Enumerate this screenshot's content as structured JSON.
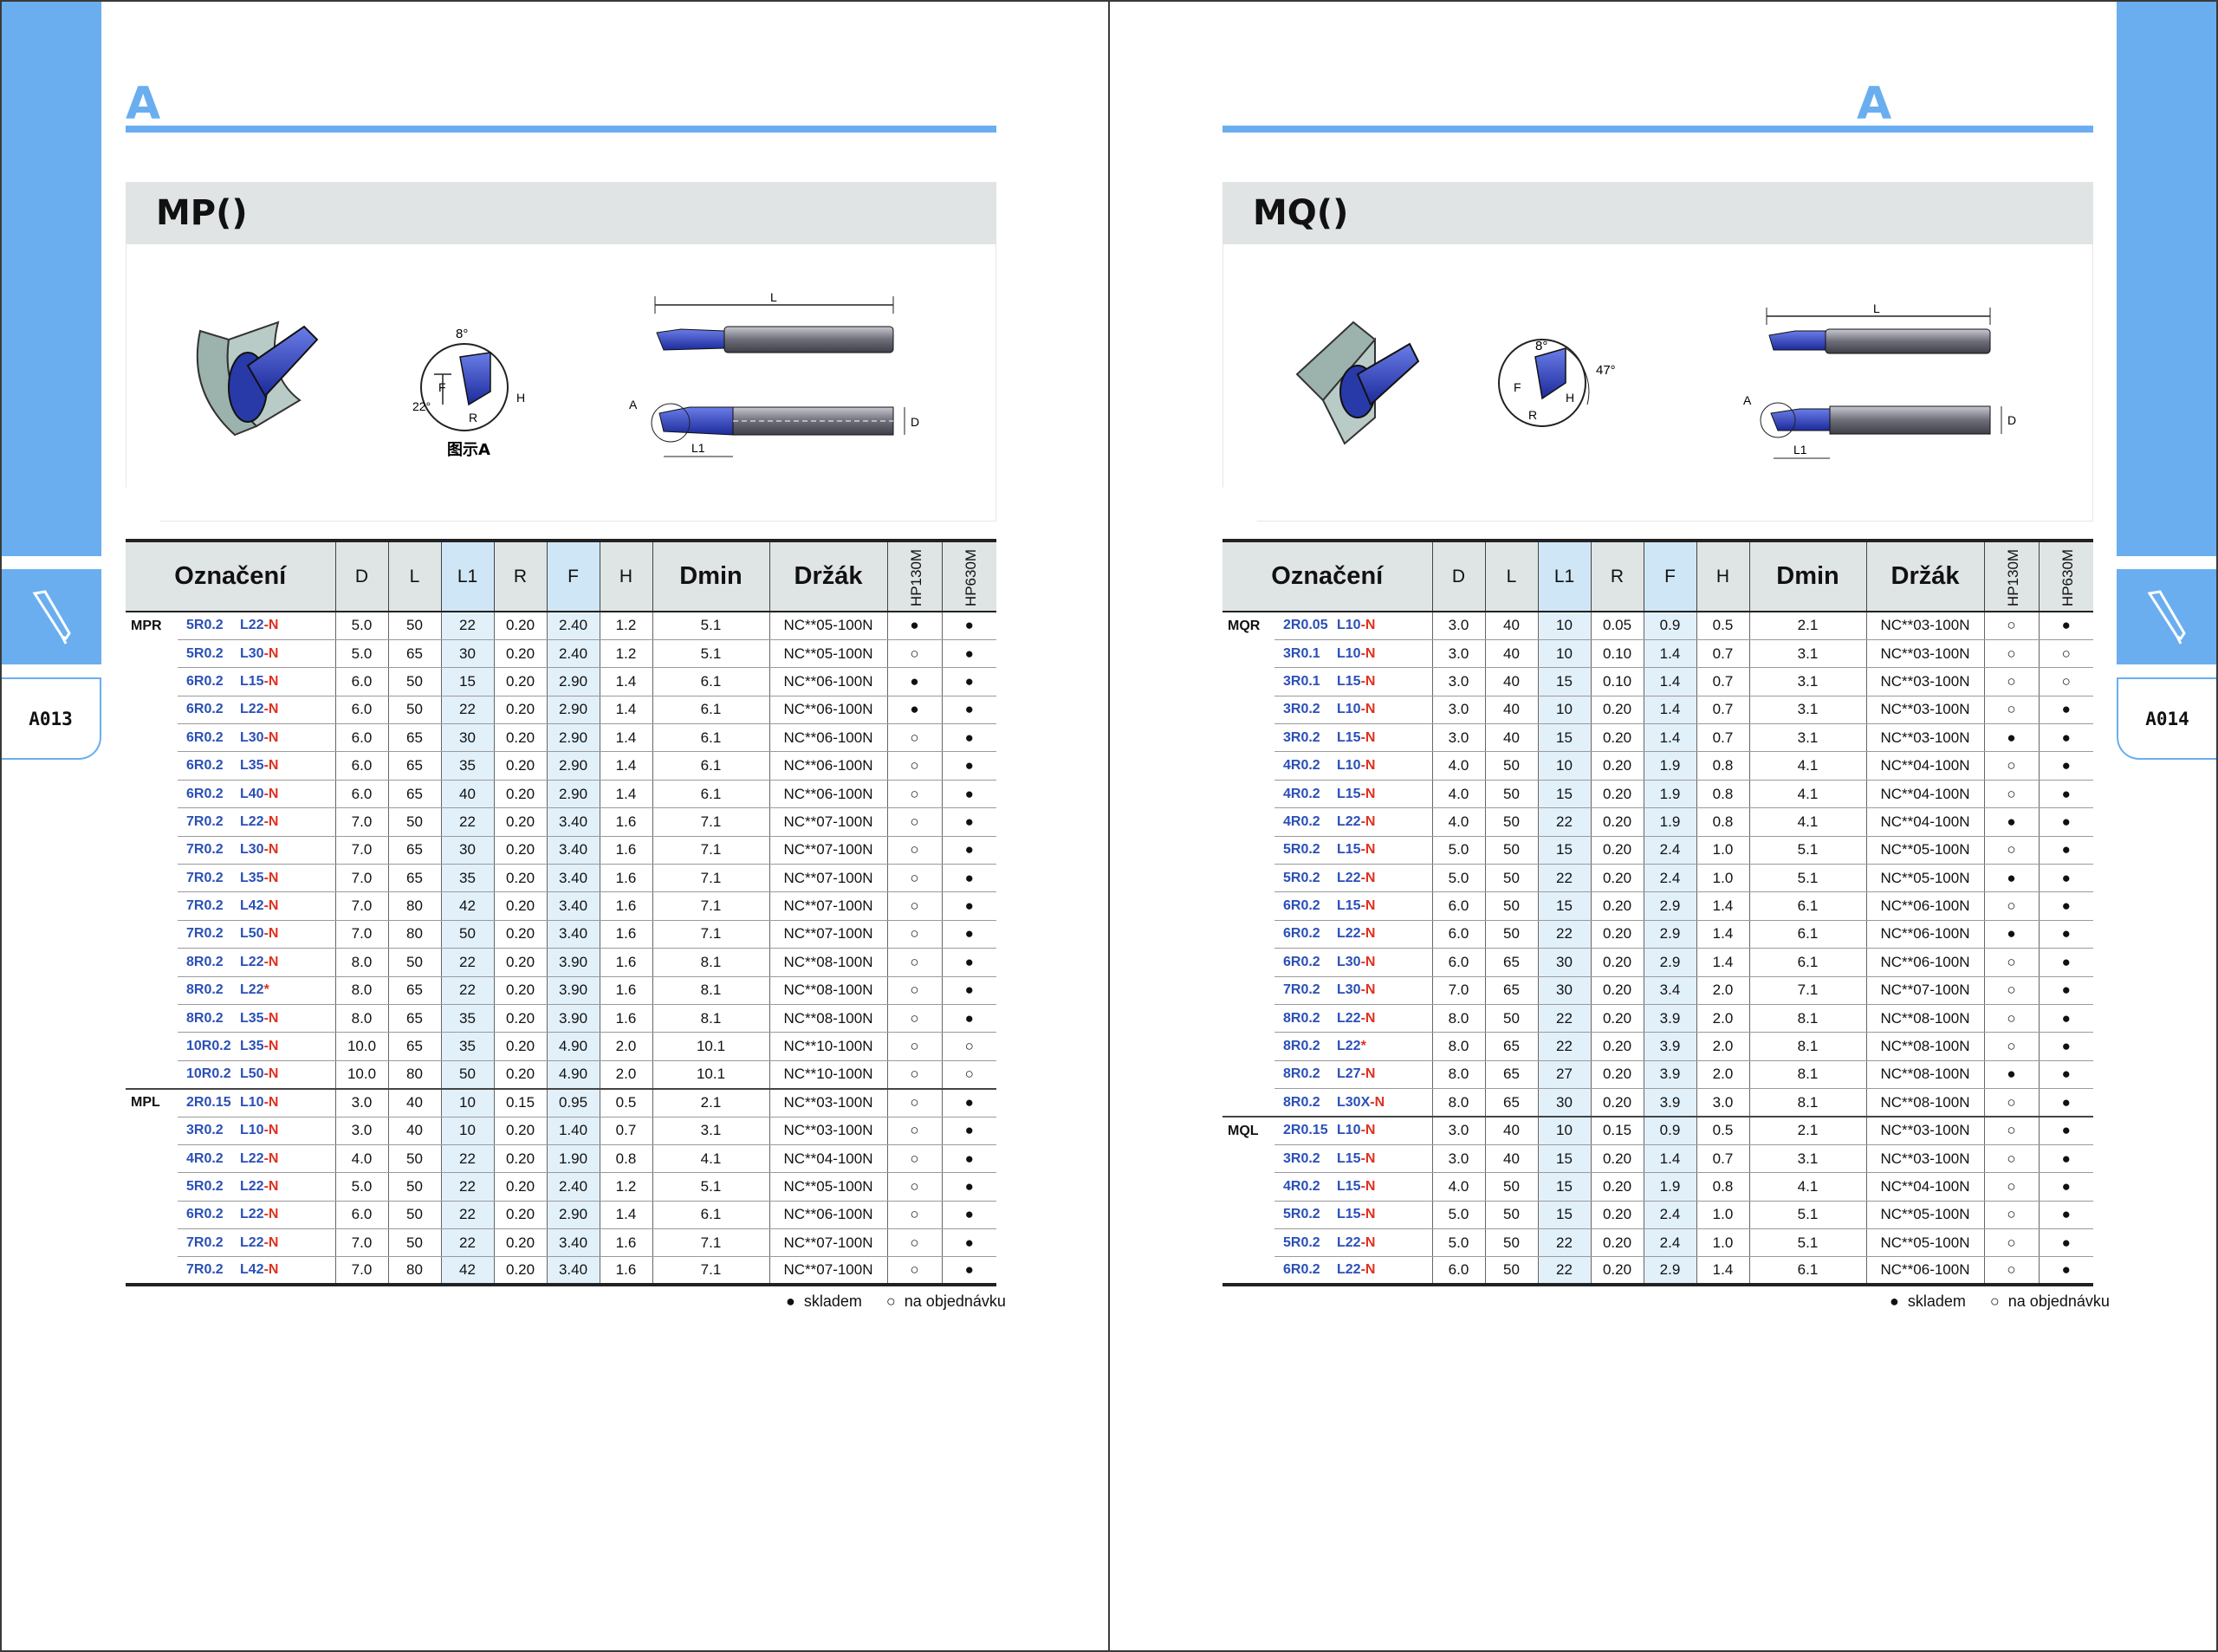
{
  "left": {
    "section_letter": "A",
    "title": "MP()",
    "fig_caption": "图示A",
    "page_number": "A013",
    "diagram_labels": {
      "angle_top": "8°",
      "angle_side": "22°",
      "F": "F",
      "H": "H",
      "R": "R",
      "L": "L",
      "L1": "L1",
      "A": "A",
      "D": "D"
    },
    "headers": [
      "Označení",
      "D",
      "L",
      "L1",
      "R",
      "F",
      "H",
      "Dmin",
      "Držák",
      "HP130M",
      "HP630M"
    ],
    "rows": [
      [
        "MPR",
        "5R0.2",
        "L22",
        "-N",
        "5.0",
        "50",
        "22",
        "0.20",
        "2.40",
        "1.2",
        "5.1",
        "NC**05-100N",
        "●",
        "●"
      ],
      [
        "",
        "5R0.2",
        "L30",
        "-N",
        "5.0",
        "65",
        "30",
        "0.20",
        "2.40",
        "1.2",
        "5.1",
        "NC**05-100N",
        "○",
        "●"
      ],
      [
        "",
        "6R0.2",
        "L15",
        "-N",
        "6.0",
        "50",
        "15",
        "0.20",
        "2.90",
        "1.4",
        "6.1",
        "NC**06-100N",
        "●",
        "●"
      ],
      [
        "",
        "6R0.2",
        "L22",
        "-N",
        "6.0",
        "50",
        "22",
        "0.20",
        "2.90",
        "1.4",
        "6.1",
        "NC**06-100N",
        "●",
        "●"
      ],
      [
        "",
        "6R0.2",
        "L30",
        "-N",
        "6.0",
        "65",
        "30",
        "0.20",
        "2.90",
        "1.4",
        "6.1",
        "NC**06-100N",
        "○",
        "●"
      ],
      [
        "",
        "6R0.2",
        "L35",
        "-N",
        "6.0",
        "65",
        "35",
        "0.20",
        "2.90",
        "1.4",
        "6.1",
        "NC**06-100N",
        "○",
        "●"
      ],
      [
        "",
        "6R0.2",
        "L40",
        "-N",
        "6.0",
        "65",
        "40",
        "0.20",
        "2.90",
        "1.4",
        "6.1",
        "NC**06-100N",
        "○",
        "●"
      ],
      [
        "",
        "7R0.2",
        "L22",
        "-N",
        "7.0",
        "50",
        "22",
        "0.20",
        "3.40",
        "1.6",
        "7.1",
        "NC**07-100N",
        "○",
        "●"
      ],
      [
        "",
        "7R0.2",
        "L30",
        "-N",
        "7.0",
        "65",
        "30",
        "0.20",
        "3.40",
        "1.6",
        "7.1",
        "NC**07-100N",
        "○",
        "●"
      ],
      [
        "",
        "7R0.2",
        "L35",
        "-N",
        "7.0",
        "65",
        "35",
        "0.20",
        "3.40",
        "1.6",
        "7.1",
        "NC**07-100N",
        "○",
        "●"
      ],
      [
        "",
        "7R0.2",
        "L42",
        "-N",
        "7.0",
        "80",
        "42",
        "0.20",
        "3.40",
        "1.6",
        "7.1",
        "NC**07-100N",
        "○",
        "●"
      ],
      [
        "",
        "7R0.2",
        "L50",
        "-N",
        "7.0",
        "80",
        "50",
        "0.20",
        "3.40",
        "1.6",
        "7.1",
        "NC**07-100N",
        "○",
        "●"
      ],
      [
        "",
        "8R0.2",
        "L22",
        "-N",
        "8.0",
        "50",
        "22",
        "0.20",
        "3.90",
        "1.6",
        "8.1",
        "NC**08-100N",
        "○",
        "●"
      ],
      [
        "",
        "8R0.2",
        "L22",
        "*",
        "8.0",
        "65",
        "22",
        "0.20",
        "3.90",
        "1.6",
        "8.1",
        "NC**08-100N",
        "○",
        "●"
      ],
      [
        "",
        "8R0.2",
        "L35",
        "-N",
        "8.0",
        "65",
        "35",
        "0.20",
        "3.90",
        "1.6",
        "8.1",
        "NC**08-100N",
        "○",
        "●"
      ],
      [
        "",
        "10R0.2",
        "L35",
        "-N",
        "10.0",
        "65",
        "35",
        "0.20",
        "4.90",
        "2.0",
        "10.1",
        "NC**10-100N",
        "○",
        "○"
      ],
      [
        "",
        "10R0.2",
        "L50",
        "-N",
        "10.0",
        "80",
        "50",
        "0.20",
        "4.90",
        "2.0",
        "10.1",
        "NC**10-100N",
        "○",
        "○"
      ],
      [
        "MPL",
        "2R0.15",
        "L10",
        "-N",
        "3.0",
        "40",
        "10",
        "0.15",
        "0.95",
        "0.5",
        "2.1",
        "NC**03-100N",
        "○",
        "●"
      ],
      [
        "",
        "3R0.2",
        "L10",
        "-N",
        "3.0",
        "40",
        "10",
        "0.20",
        "1.40",
        "0.7",
        "3.1",
        "NC**03-100N",
        "○",
        "●"
      ],
      [
        "",
        "4R0.2",
        "L22",
        "-N",
        "4.0",
        "50",
        "22",
        "0.20",
        "1.90",
        "0.8",
        "4.1",
        "NC**04-100N",
        "○",
        "●"
      ],
      [
        "",
        "5R0.2",
        "L22",
        "-N",
        "5.0",
        "50",
        "22",
        "0.20",
        "2.40",
        "1.2",
        "5.1",
        "NC**05-100N",
        "○",
        "●"
      ],
      [
        "",
        "6R0.2",
        "L22",
        "-N",
        "6.0",
        "50",
        "22",
        "0.20",
        "2.90",
        "1.4",
        "6.1",
        "NC**06-100N",
        "○",
        "●"
      ],
      [
        "",
        "7R0.2",
        "L22",
        "-N",
        "7.0",
        "50",
        "22",
        "0.20",
        "3.40",
        "1.6",
        "7.1",
        "NC**07-100N",
        "○",
        "●"
      ],
      [
        "",
        "7R0.2",
        "L42",
        "-N",
        "7.0",
        "80",
        "42",
        "0.20",
        "3.40",
        "1.6",
        "7.1",
        "NC**07-100N",
        "○",
        "●"
      ]
    ],
    "legend": {
      "in_stock_symbol": "●",
      "in_stock": "skladem",
      "on_order_symbol": "○",
      "on_order": "na objednávku"
    }
  },
  "right": {
    "section_letter": "A",
    "title": "MQ()",
    "page_number": "A014",
    "diagram_labels": {
      "angle_top": "8°",
      "angle_side": "47°",
      "F": "F",
      "H": "H",
      "R": "R",
      "L": "L",
      "L1": "L1",
      "A": "A",
      "D": "D"
    },
    "headers": [
      "Označení",
      "D",
      "L",
      "L1",
      "R",
      "F",
      "H",
      "Dmin",
      "Držák",
      "HP130M",
      "HP630M"
    ],
    "rows": [
      [
        "MQR",
        "2R0.05",
        "L10",
        "-N",
        "3.0",
        "40",
        "10",
        "0.05",
        "0.9",
        "0.5",
        "2.1",
        "NC**03-100N",
        "○",
        "●"
      ],
      [
        "",
        "3R0.1",
        "L10",
        "-N",
        "3.0",
        "40",
        "10",
        "0.10",
        "1.4",
        "0.7",
        "3.1",
        "NC**03-100N",
        "○",
        "○"
      ],
      [
        "",
        "3R0.1",
        "L15",
        "-N",
        "3.0",
        "40",
        "15",
        "0.10",
        "1.4",
        "0.7",
        "3.1",
        "NC**03-100N",
        "○",
        "○"
      ],
      [
        "",
        "3R0.2",
        "L10",
        "-N",
        "3.0",
        "40",
        "10",
        "0.20",
        "1.4",
        "0.7",
        "3.1",
        "NC**03-100N",
        "○",
        "●"
      ],
      [
        "",
        "3R0.2",
        "L15",
        "-N",
        "3.0",
        "40",
        "15",
        "0.20",
        "1.4",
        "0.7",
        "3.1",
        "NC**03-100N",
        "●",
        "●"
      ],
      [
        "",
        "4R0.2",
        "L10",
        "-N",
        "4.0",
        "50",
        "10",
        "0.20",
        "1.9",
        "0.8",
        "4.1",
        "NC**04-100N",
        "○",
        "●"
      ],
      [
        "",
        "4R0.2",
        "L15",
        "-N",
        "4.0",
        "50",
        "15",
        "0.20",
        "1.9",
        "0.8",
        "4.1",
        "NC**04-100N",
        "○",
        "●"
      ],
      [
        "",
        "4R0.2",
        "L22",
        "-N",
        "4.0",
        "50",
        "22",
        "0.20",
        "1.9",
        "0.8",
        "4.1",
        "NC**04-100N",
        "●",
        "●"
      ],
      [
        "",
        "5R0.2",
        "L15",
        "-N",
        "5.0",
        "50",
        "15",
        "0.20",
        "2.4",
        "1.0",
        "5.1",
        "NC**05-100N",
        "○",
        "●"
      ],
      [
        "",
        "5R0.2",
        "L22",
        "-N",
        "5.0",
        "50",
        "22",
        "0.20",
        "2.4",
        "1.0",
        "5.1",
        "NC**05-100N",
        "●",
        "●"
      ],
      [
        "",
        "6R0.2",
        "L15",
        "-N",
        "6.0",
        "50",
        "15",
        "0.20",
        "2.9",
        "1.4",
        "6.1",
        "NC**06-100N",
        "○",
        "●"
      ],
      [
        "",
        "6R0.2",
        "L22",
        "-N",
        "6.0",
        "50",
        "22",
        "0.20",
        "2.9",
        "1.4",
        "6.1",
        "NC**06-100N",
        "●",
        "●"
      ],
      [
        "",
        "6R0.2",
        "L30",
        "-N",
        "6.0",
        "65",
        "30",
        "0.20",
        "2.9",
        "1.4",
        "6.1",
        "NC**06-100N",
        "○",
        "●"
      ],
      [
        "",
        "7R0.2",
        "L30",
        "-N",
        "7.0",
        "65",
        "30",
        "0.20",
        "3.4",
        "2.0",
        "7.1",
        "NC**07-100N",
        "○",
        "●"
      ],
      [
        "",
        "8R0.2",
        "L22",
        "-N",
        "8.0",
        "50",
        "22",
        "0.20",
        "3.9",
        "2.0",
        "8.1",
        "NC**08-100N",
        "○",
        "●"
      ],
      [
        "",
        "8R0.2",
        "L22",
        "*",
        "8.0",
        "65",
        "22",
        "0.20",
        "3.9",
        "2.0",
        "8.1",
        "NC**08-100N",
        "○",
        "●"
      ],
      [
        "",
        "8R0.2",
        "L27",
        "-N",
        "8.0",
        "65",
        "27",
        "0.20",
        "3.9",
        "2.0",
        "8.1",
        "NC**08-100N",
        "●",
        "●"
      ],
      [
        "",
        "8R0.2",
        "L30X",
        "-N",
        "8.0",
        "65",
        "30",
        "0.20",
        "3.9",
        "3.0",
        "8.1",
        "NC**08-100N",
        "○",
        "●"
      ],
      [
        "MQL",
        "2R0.15",
        "L10",
        "-N",
        "3.0",
        "40",
        "10",
        "0.15",
        "0.9",
        "0.5",
        "2.1",
        "NC**03-100N",
        "○",
        "●"
      ],
      [
        "",
        "3R0.2",
        "L15",
        "-N",
        "3.0",
        "40",
        "15",
        "0.20",
        "1.4",
        "0.7",
        "3.1",
        "NC**03-100N",
        "○",
        "●"
      ],
      [
        "",
        "4R0.2",
        "L15",
        "-N",
        "4.0",
        "50",
        "15",
        "0.20",
        "1.9",
        "0.8",
        "4.1",
        "NC**04-100N",
        "○",
        "●"
      ],
      [
        "",
        "5R0.2",
        "L15",
        "-N",
        "5.0",
        "50",
        "15",
        "0.20",
        "2.4",
        "1.0",
        "5.1",
        "NC**05-100N",
        "○",
        "●"
      ],
      [
        "",
        "5R0.2",
        "L22",
        "-N",
        "5.0",
        "50",
        "22",
        "0.20",
        "2.4",
        "1.0",
        "5.1",
        "NC**05-100N",
        "○",
        "●"
      ],
      [
        "",
        "6R0.2",
        "L22",
        "-N",
        "6.0",
        "50",
        "22",
        "0.20",
        "2.9",
        "1.4",
        "6.1",
        "NC**06-100N",
        "○",
        "●"
      ]
    ],
    "legend": {
      "in_stock_symbol": "●",
      "in_stock": "skladem",
      "on_order_symbol": "○",
      "on_order": "na objednávku"
    }
  },
  "colors": {
    "accent": "#6aaef0",
    "designation_blue": "#2a4fb8",
    "designation_red": "#e0301e",
    "header_bg": "#dfe4e4",
    "col_highlight": "#e2f0fa"
  },
  "icons": {
    "side_tab": "boring-bar-icon",
    "stock": "filled-dot-icon",
    "order": "hollow-dot-icon"
  }
}
